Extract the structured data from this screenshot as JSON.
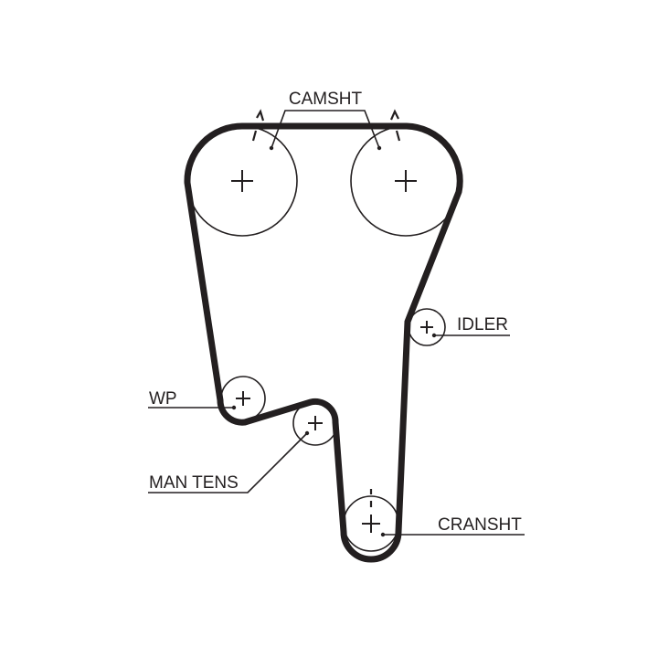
{
  "diagram": {
    "labels": {
      "camshaft": "CAMSHT",
      "idler": "IDLER",
      "water_pump": "WP",
      "manual_tensioner": "MAN TENS",
      "crankshaft": "CRANSHT"
    },
    "colors": {
      "ink": "#231f20",
      "background": "#ffffff"
    }
  }
}
